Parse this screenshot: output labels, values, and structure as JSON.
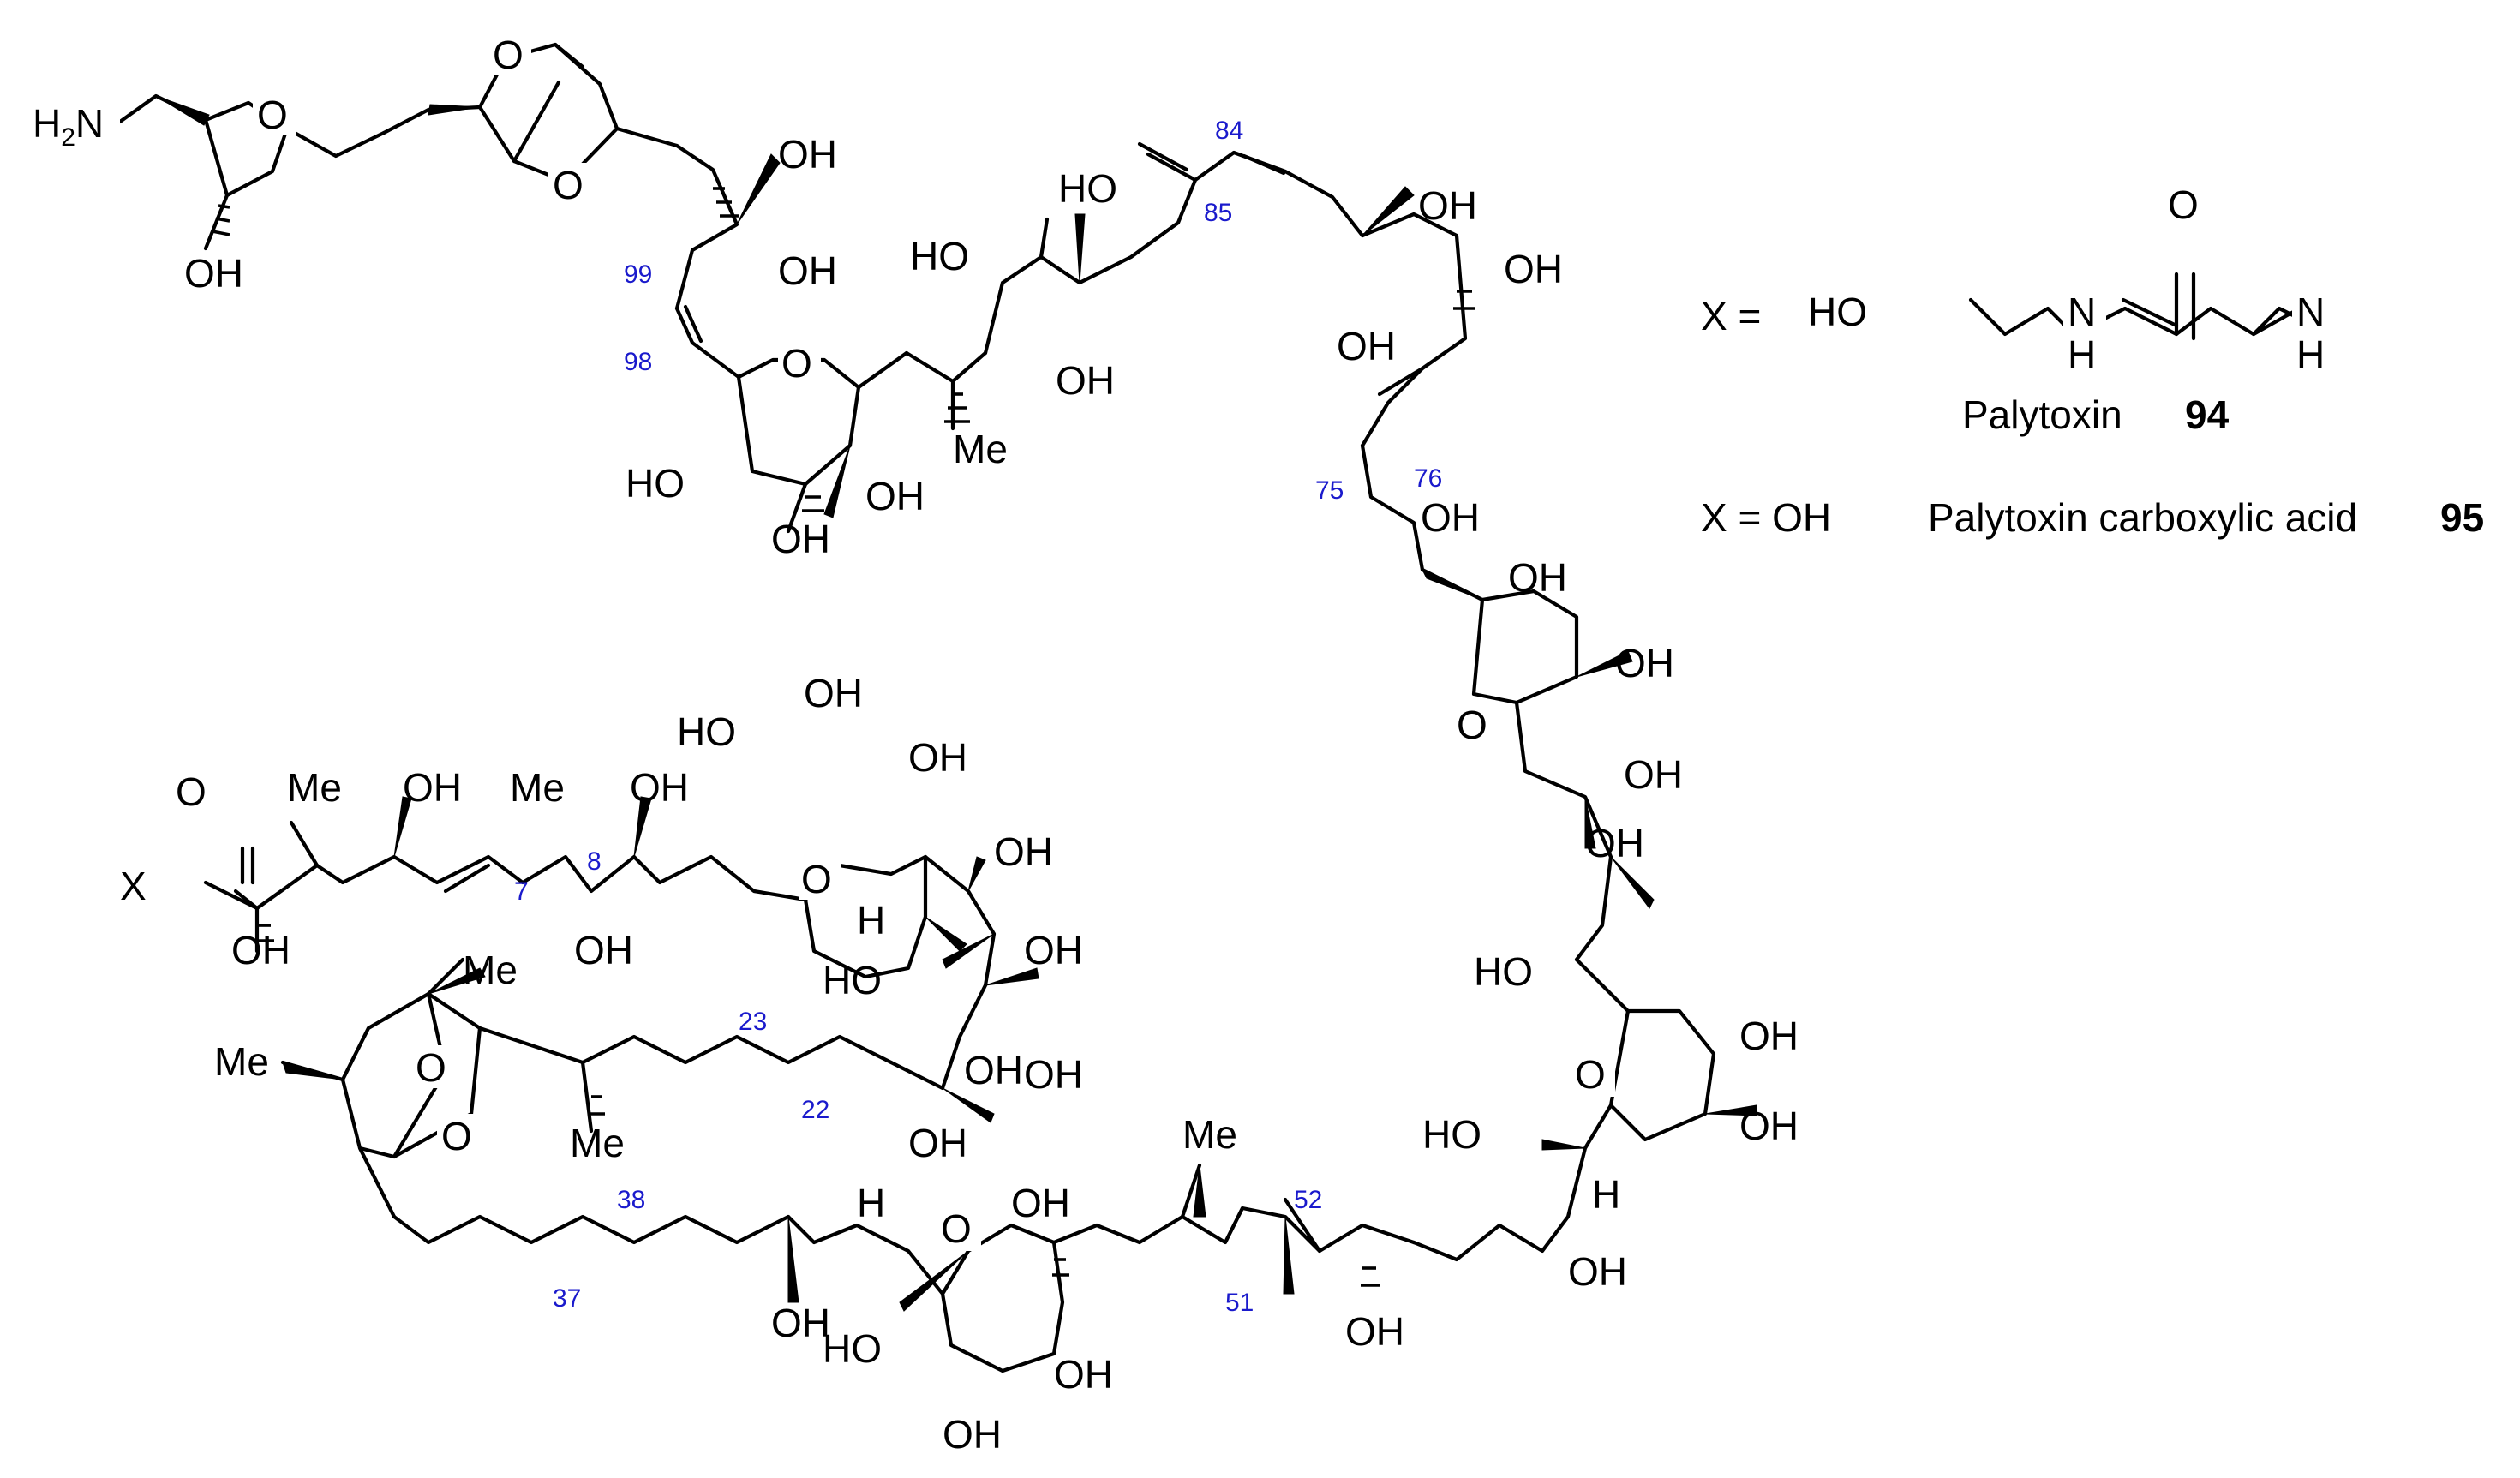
{
  "atoms": {
    "h2n": "H",
    "h2n_sub": "2",
    "h2n_n": "N",
    "o_thf": "O",
    "oh_thf": "OH",
    "o_bic_top": "O",
    "o_bic_low": "O",
    "oh_t1": "OH",
    "oh_t2": "OH",
    "o_pyr1": "O",
    "oh_p1a": "HO",
    "oh_p1b": "OH",
    "oh_p1c": "OH",
    "me_chain": "Me",
    "oh_c1": "HO",
    "oh_c2": "HO",
    "oh_c3": "OH",
    "oh_84a": "OH",
    "oh_84b": "OH",
    "oh_84c": "OH",
    "oh_76": "OH",
    "o_pyr2": "O",
    "oh_p2a": "OH",
    "oh_p2b": "OH",
    "oh_p2c": "OH",
    "oh_d1": "OH",
    "oh_d2": "HO",
    "o_pyr3": "O",
    "oh_p3a": "OH",
    "oh_p3b": "OH",
    "oh_p3c": "HO",
    "h_p3": "H",
    "oh_e1": "OH",
    "me_51": "Me",
    "oh_51": "OH",
    "o_pyr4": "O",
    "oh_p4a": "OH",
    "oh_p4b": "HO",
    "oh_p4c": "OH",
    "oh_p4d": "OH",
    "h_p4": "H",
    "oh_37": "OH",
    "o_bic2a": "O",
    "o_bic2b": "O",
    "me_bic2a": "Me",
    "me_bic2b": "Me",
    "me_22": "Me",
    "oh_22": "OH",
    "oh_col1": "OH",
    "oh_col2": "HO",
    "oh_col3": "OH",
    "oh_col4": "OH",
    "oh_col5": "OH",
    "o_pyr5": "O",
    "oh_p5a": "OH",
    "oh_p5b": "HO",
    "oh_p5c": "OH",
    "h_p5": "H",
    "x_left": "X",
    "o_carbonyl": "O",
    "oh_x1": "OH",
    "me_x": "Me",
    "oh_x2": "OH",
    "me_7": "Me",
    "oh_8a": "OH",
    "oh_8b": "OH"
  },
  "locants": {
    "n84": "84",
    "n85": "85",
    "n99": "99",
    "n98": "98",
    "n75": "75",
    "n76": "76",
    "n7": "7",
    "n8": "8",
    "n23": "23",
    "n22": "22",
    "n38": "38",
    "n37": "37",
    "n52": "52",
    "n51": "51"
  },
  "legend": {
    "x_eq": "X =",
    "side_ho": "HO",
    "side_n1": "N",
    "side_h1": "H",
    "side_o": "O",
    "side_n2": "N",
    "side_h2": "H",
    "palytoxin": "Palytoxin",
    "palytoxin_num": "94",
    "x_eq_oh": "X = OH",
    "acid": "Palytoxin carboxylic acid",
    "acid_num": "95"
  },
  "colors": {
    "bond": "#000000",
    "locant": "#1a1acc"
  }
}
